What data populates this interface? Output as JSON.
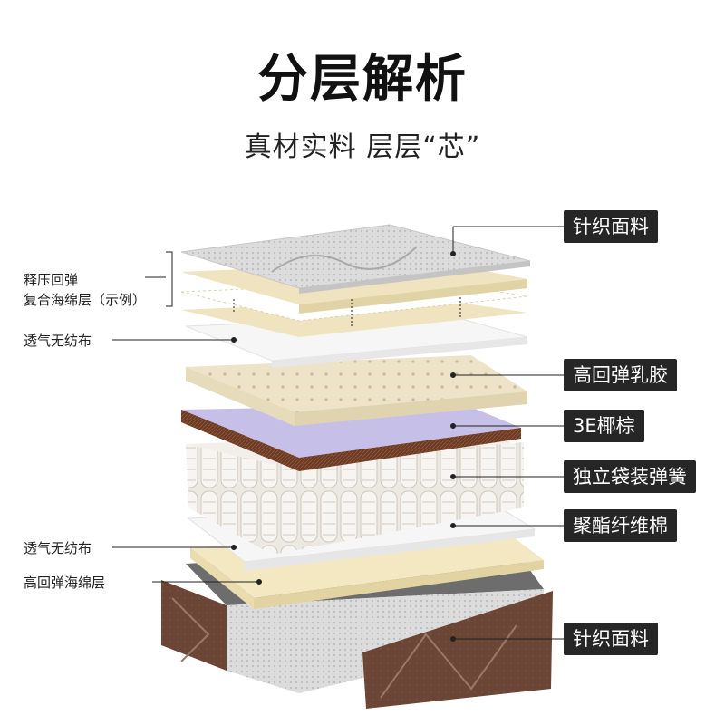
{
  "header": {
    "title": "分层解析",
    "subtitle": "真材实料 层层“芯”"
  },
  "labels_right": [
    "针织面料",
    "高回弹乳胶",
    "3E椰棕",
    "独立袋装弹簧",
    "聚酯纤维棉",
    "针织面料"
  ],
  "labels_left": {
    "composite_line1": "释压回弹",
    "composite_line2": "复合海绵层（示例）",
    "nonwoven_top": "透气无纺布",
    "nonwoven_bottom": "透气无纺布",
    "foam_bottom": "高回弹海绵层"
  },
  "colors": {
    "label_bg": "#262626",
    "knit_fabric": "#d9d9d9",
    "sponge": "#f1e6bf",
    "nonwoven": "#f4f4f4",
    "latex": "#ede3c8",
    "coir_top": "#c9c2e6",
    "coir_side": "#6b3a24",
    "spring": "#e9e5df",
    "base_fabric": "#6b4535"
  }
}
